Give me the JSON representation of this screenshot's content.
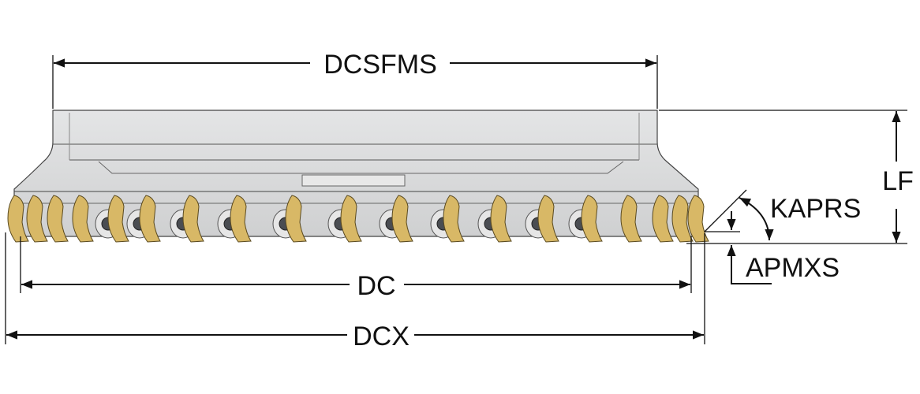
{
  "labels": {
    "dcsfms": "DCSFMS",
    "lf": "LF",
    "kaprs": "KAPRS",
    "apmxs": "APMXS",
    "dc": "DC",
    "dcx": "DCX"
  },
  "colors": {
    "body": "#d9dadb",
    "insert": "#d8b866",
    "line": "#111111"
  }
}
